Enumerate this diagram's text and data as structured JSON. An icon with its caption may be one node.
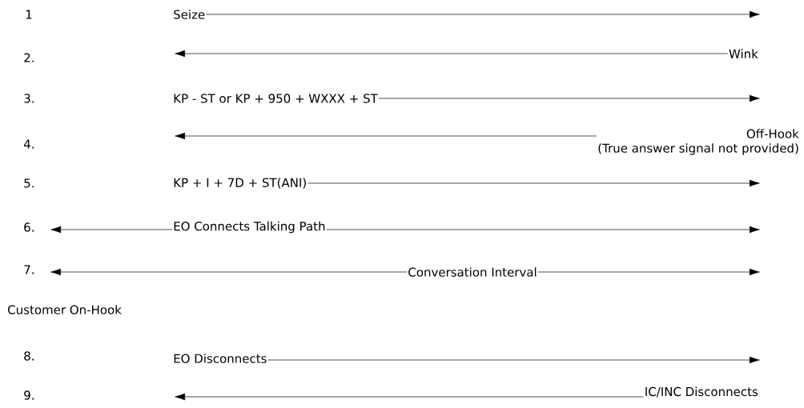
{
  "diagram": {
    "nodes": [
      {
        "text": [
          "Seize"
        ]
      },
      {
        "text": [
          "Wink"
        ]
      },
      {
        "text": [
          "KP - ST or KP + 950 + WXXX + ST"
        ]
      },
      {
        "text": [
          "Off-Hook",
          "(True answer signal not provided)"
        ]
      },
      {
        "text": [
          "KP + I + 7D + ST(ANI)"
        ]
      },
      {
        "text": [
          "EO Connects Talking Path"
        ]
      },
      {
        "text": [
          "Conversation Interval"
        ]
      },
      {
        "text": [
          "EO Disconnects"
        ]
      },
      {
        "text": [
          "IC/INC Disconnects"
        ]
      }
    ],
    "edges": [
      {
        "from": 0,
        "to": null,
        "arrow": "to"
      },
      {
        "from": 1,
        "to": null,
        "arrow": "to"
      },
      {
        "from": 2,
        "to": null,
        "arrow": "to"
      },
      {
        "from": 3,
        "to": null,
        "arrow": "to"
      },
      {
        "from": 4,
        "to": null,
        "arrow": "to"
      },
      {
        "from": 5,
        "to": null,
        "arrow": "to"
      },
      {
        "from": 5,
        "to": null,
        "arrow": "to"
      },
      {
        "from": 6,
        "to": null,
        "arrow": "to"
      },
      {
        "from": 6,
        "to": null,
        "arrow": "to"
      },
      {
        "from": 7,
        "to": null,
        "arrow": "to"
      },
      {
        "from": 8,
        "to": null,
        "arrow": "to"
      }
    ],
    "labels": [
      "1",
      "2.",
      "3.",
      "4.",
      "5.",
      "6.",
      "7.",
      "Customer On-Hook",
      "8.",
      "9."
    ]
  }
}
